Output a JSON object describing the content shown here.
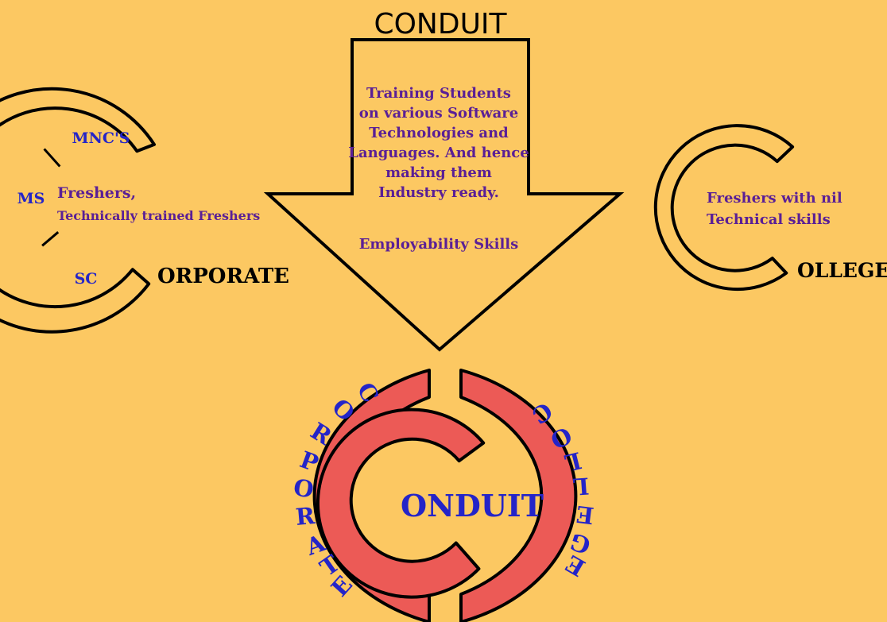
{
  "arrow": {
    "title": "CONDUIT",
    "lines": [
      "Training Students",
      "on various Software",
      "Technologies and",
      "Languages. And hence",
      "making them",
      "Industry ready."
    ],
    "skills": "Employability Skills"
  },
  "corporate": {
    "segments": [
      "MNC'S",
      "MS",
      "SC"
    ],
    "text_line1": "Freshers,",
    "text_line2": "Technically trained Freshers",
    "word": "ORPORATE"
  },
  "college": {
    "text_line1": "Freshers with nil",
    "text_line2": "Technical skills",
    "word": "OLLEGE"
  },
  "bottom": {
    "center_word": "ONDUIT",
    "left_ring_letters": [
      "C",
      "O",
      "R",
      "P",
      "O",
      "R",
      "A",
      "T",
      "E"
    ],
    "right_ring_letters": [
      "C",
      "O",
      "L",
      "L",
      "E",
      "G",
      "E"
    ]
  },
  "colors": {
    "background": "#fcc862",
    "ring_fill": "#ec5a56",
    "purple_text": "#5a1f96",
    "blue_text": "#2424c8",
    "outline": "#000000"
  }
}
